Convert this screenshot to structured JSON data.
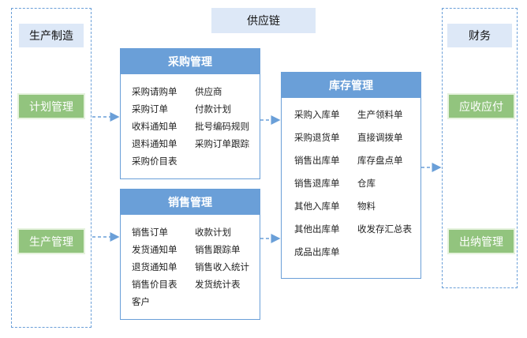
{
  "top_title": "供应链",
  "left_column": {
    "title": "生产制造",
    "items": [
      "计划管理",
      "生产管理"
    ]
  },
  "right_column": {
    "title": "财务",
    "items": [
      "应收应付",
      "出纳管理"
    ]
  },
  "purchase": {
    "title": "采购管理",
    "items": [
      "采购请购单",
      "供应商",
      "采购订单",
      "付款计划",
      "收料通知单",
      "批号编码规则",
      "退料通知单",
      "采购订单跟踪",
      "采购价目表"
    ]
  },
  "sales": {
    "title": "销售管理",
    "items": [
      "销售订单",
      "收款计划",
      "发货通知单",
      "销售跟踪单",
      "退货通知单",
      "销售收入统计",
      "销售价目表",
      "发货统计表",
      "客户"
    ]
  },
  "inventory": {
    "title": "库存管理",
    "items": [
      "采购入库单",
      "生产领料单",
      "采购退货单",
      "直接调拨单",
      "销售出库单",
      "库存盘点单",
      "销售退库单",
      "仓库",
      "其他入库单",
      "物料",
      "其他出库单",
      "收发存汇总表",
      "成品出库单"
    ]
  },
  "colors": {
    "accent": "#6a9fd8",
    "green": "#92c47e",
    "label_bg": "#dde8f7"
  }
}
